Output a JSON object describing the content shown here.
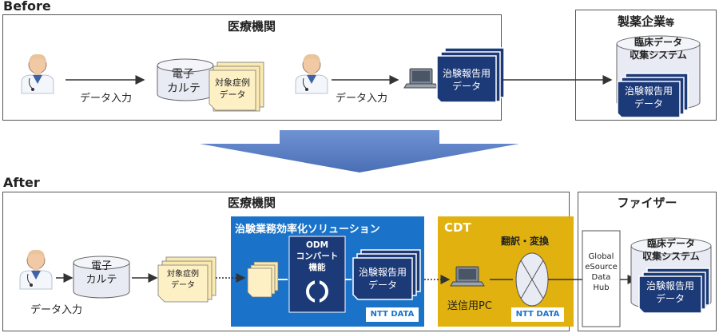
{
  "before": {
    "section_label": "Before",
    "medical": {
      "title": "医療機関"
    },
    "pharma": {
      "title": "製薬企業",
      "title_suffix": "等",
      "system_line1": "臨床データ",
      "system_line2": "収集システム",
      "doc_line1": "治験報告用",
      "doc_line2": "データ"
    },
    "data_entry_1": "データ入力",
    "data_entry_2": "データ入力",
    "emr_line1": "電子",
    "emr_line2": "カルテ",
    "case_doc_line1": "対象症例",
    "case_doc_line2": "データ",
    "report_doc_line1": "治験報告用",
    "report_doc_line2": "データ"
  },
  "after": {
    "section_label": "After",
    "medical": {
      "title": "医療機関"
    },
    "pfizer": {
      "title": "ファイザー",
      "system_line1": "臨床データ",
      "system_line2": "収集システム",
      "doc_line1": "治験報告用",
      "doc_line2": "データ"
    },
    "emr_line1": "電子",
    "emr_line2": "カルテ",
    "case_doc_line1": "対象症例",
    "case_doc_line2": "データ",
    "data_entry": "データ入力",
    "solution": {
      "title": "治験業務効率化ソリューション",
      "odm_line1": "ODM",
      "odm_line2": "コンバート",
      "odm_line3": "機能",
      "doc_line1": "治験報告用",
      "doc_line2": "データ",
      "logo": "NTT DATA"
    },
    "cdt": {
      "title": "CDT",
      "pc_label": "送信用PC",
      "translate_label": "翻訳・変換",
      "logo": "NTT DATA"
    },
    "hub": {
      "line1": "Global",
      "line2": "eSource",
      "line3": "Data",
      "line4": "Hub"
    }
  },
  "colors": {
    "solution_blue": "#1a73c8",
    "cdt_yellow": "#e0b10f",
    "doc_navy": "#1d3a78",
    "arrow_blue": "#5a7ec6"
  }
}
